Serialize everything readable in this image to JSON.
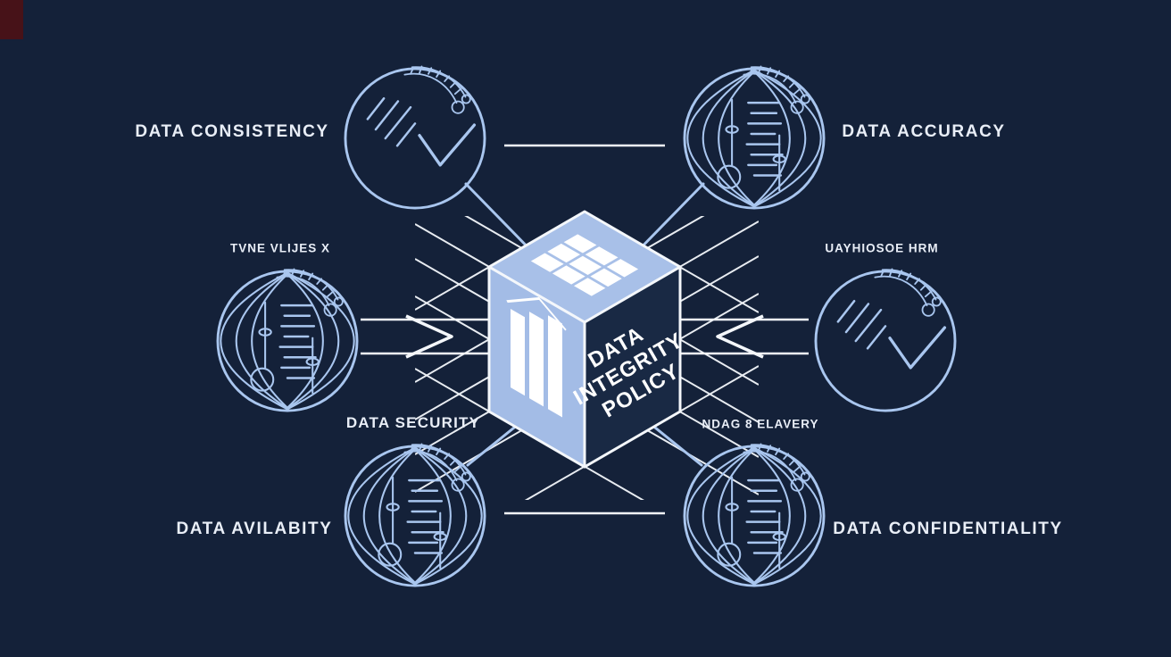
{
  "background_color": "#142139",
  "accent_color": "#a9c6ef",
  "line_color": "#f4f7fb",
  "cube": {
    "face_color": "#a8c0e8",
    "dark_face_color": "#192944",
    "label_line1": "DATA",
    "label_line2": "INTEGRITY",
    "label_line3": "POLICY"
  },
  "labels": [
    {
      "text": "DATA CONSISTENCY"
    },
    {
      "text": "DATA ACCURACY"
    },
    {
      "text": "TVNE VLIJES X"
    },
    {
      "text": "UAYHIOSOE HRM"
    },
    {
      "text": "DATA SECURITY"
    },
    {
      "text": "NDAG 8 ELAVERY"
    },
    {
      "text": "DATA AVILABITY"
    },
    {
      "text": "DATA CONFIDENTIALITY"
    }
  ],
  "icons": [
    {
      "name": "check-sphere-icon",
      "positions": [
        "top-left",
        "middle-right"
      ]
    },
    {
      "name": "wireframe-globe-icon",
      "positions": [
        "top-right",
        "middle-left",
        "bottom-left",
        "bottom-right"
      ]
    }
  ]
}
